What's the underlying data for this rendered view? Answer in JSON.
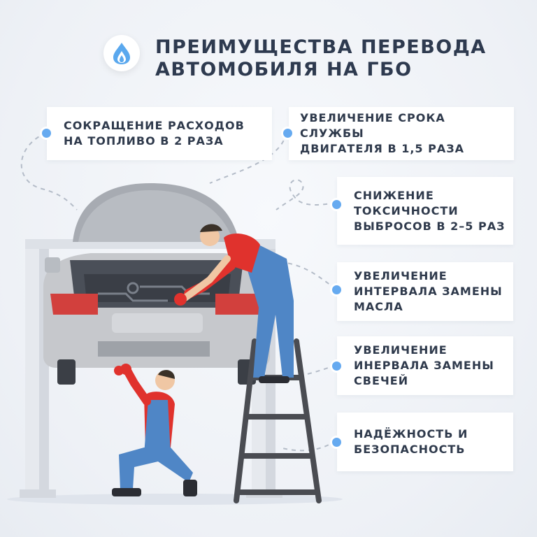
{
  "title": {
    "line1": "ПРЕИМУЩЕСТВА ПЕРЕВОДА",
    "line2": "АВТОМОБИЛЯ НА ГБО"
  },
  "logo_icon": "gas-flame-icon",
  "colors": {
    "accent": "#66aaf0",
    "car_body": "#c6c8cc",
    "uniform_blue": "#4f86c6",
    "shirt_red": "#e0322d"
  },
  "benefits": [
    {
      "text": "СОКРАЩЕНИЕ РАСХОДОВ\nНА ТОПЛИВО В 2 РАЗА"
    },
    {
      "text": "УВЕЛИЧЕНИЕ СРОКА СЛУЖБЫ\nДВИГАТЕЛЯ В 1,5 РАЗА"
    },
    {
      "text": "СНИЖЕНИЕ\nТОКСИЧНОСТИ\nВЫБРОСОВ В 2–5 РАЗ"
    },
    {
      "text": "УВЕЛИЧЕНИЕ\nИНТЕРВАЛА ЗАМЕНЫ\nМАСЛА"
    },
    {
      "text": "УВЕЛИЧЕНИЕ\nИНЕРВАЛА ЗАМЕНЫ\nСВЕЧЕЙ"
    },
    {
      "text": "НАДЁЖНОСТЬ И\nБЕЗОПАСНОСТЬ"
    }
  ]
}
